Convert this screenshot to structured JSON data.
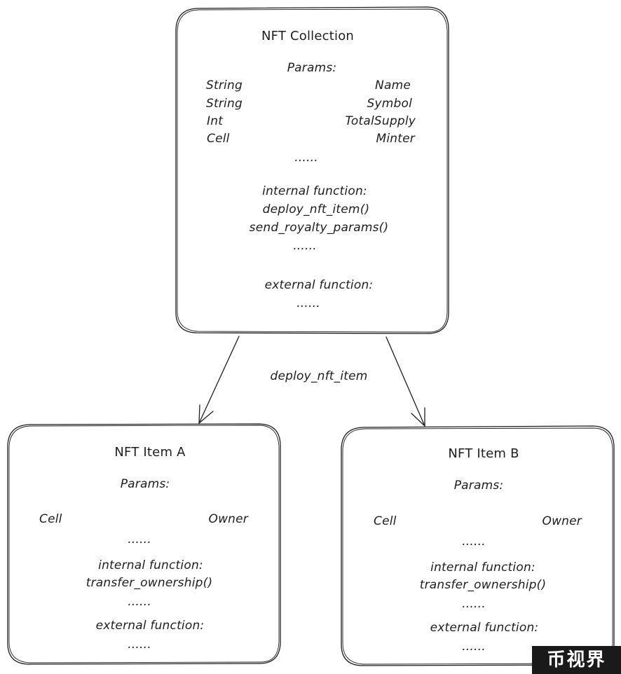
{
  "collection": {
    "title": "NFT Collection",
    "params_label": "Params:",
    "params": [
      {
        "type": "String",
        "name": "Name"
      },
      {
        "type": "String",
        "name": "Symbol"
      },
      {
        "type": "Int",
        "name": "TotalSupply"
      },
      {
        "type": "Cell",
        "name": "Minter"
      }
    ],
    "params_more": "......",
    "internal_label": "internal function:",
    "internal_functions": [
      "deploy_nft_item()",
      "send_royalty_params()"
    ],
    "internal_more": "......",
    "external_label": "external function:",
    "external_more": "......"
  },
  "edge_label": "deploy_nft_item",
  "item_a": {
    "title": "NFT Item A",
    "params_label": "Params:",
    "param": {
      "type": "Cell",
      "name": "Owner"
    },
    "params_more": "......",
    "internal_label": "internal function:",
    "internal_function": "transfer_ownership()",
    "internal_more": "......",
    "external_label": "external function:",
    "external_more": "......"
  },
  "item_b": {
    "title": "NFT Item B",
    "params_label": "Params:",
    "param": {
      "type": "Cell",
      "name": "Owner"
    },
    "params_more": "......",
    "internal_label": "internal function:",
    "internal_function": "transfer_ownership()",
    "internal_more": "......",
    "external_label": "external function:",
    "external_more": "......"
  },
  "watermark": "币视界",
  "colors": {
    "stroke": "#1e1e1e",
    "background": "#ffffff",
    "watermark_bg": "#1a1a1a",
    "watermark_fg": "#ffffff"
  }
}
